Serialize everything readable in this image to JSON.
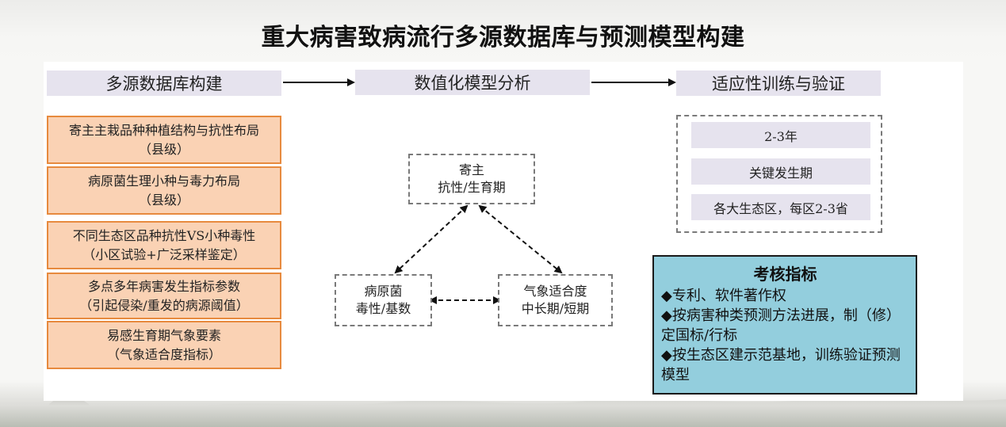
{
  "title": "重大病害致病流行多源数据库与预测模型构建",
  "headers": [
    "多源数据库构建",
    "数值化模型分析",
    "适应性训练与验证"
  ],
  "database_items": [
    {
      "line1": "寄主主栽品种种植结构与抗性布局",
      "line2": "（县级）"
    },
    {
      "line1": "病原菌生理小种与毒力布局",
      "line2": "（县级）"
    },
    {
      "line1": "不同生态区品种抗性VS小种毒性",
      "line2": "（小区试验+广泛采样鉴定）"
    },
    {
      "line1": "多点多年病害发生指标参数",
      "line2": "（引起侵染/重发的病源阈值）"
    },
    {
      "line1": "易感生育期气象要素",
      "line2": "（气象适合度指标）"
    }
  ],
  "model_nodes": {
    "host": {
      "line1": "寄主",
      "line2": "抗性/生育期"
    },
    "pathogen": {
      "line1": "病原菌",
      "line2": "毒性/基数"
    },
    "weather": {
      "line1": "气象适合度",
      "line2": "中长期/短期"
    }
  },
  "training_items": [
    "2-3年",
    "关键发生期",
    "各大生态区，每区2-3省"
  ],
  "assessment": {
    "title": "考核指标",
    "items": [
      "◆专利、软件著作权",
      "◆按病害种类预测方法进展，制（修）定国标/行标",
      "◆按生态区建示范基地，训练验证预测模型"
    ]
  },
  "colors": {
    "header_fill": "#e6e3ee",
    "orange_fill": "#fad2b4",
    "orange_border": "#e78a3e",
    "assessment_fill": "#93cedd"
  }
}
